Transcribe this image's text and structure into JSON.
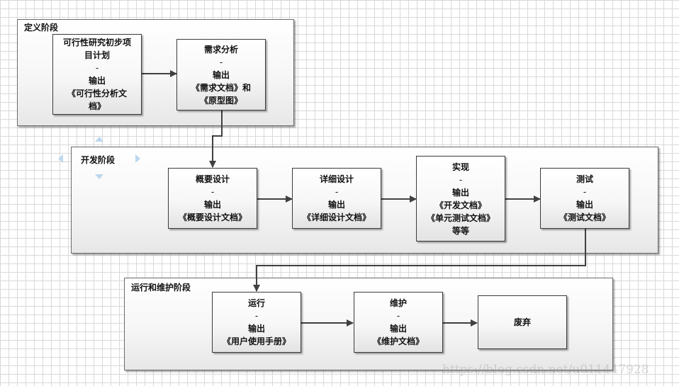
{
  "phases": {
    "define": {
      "title": "定义阶段"
    },
    "develop": {
      "title": "开发阶段"
    },
    "operate": {
      "title": "运行和维护阶段"
    }
  },
  "boxes": {
    "feasibility": {
      "lines": [
        "可行性研究初步项",
        "目计划",
        "-",
        "输出",
        "《可行性分析文",
        "档》"
      ]
    },
    "requirements": {
      "lines": [
        "需求分析",
        "-",
        "输出",
        "《需求文档》和",
        "《原型图》"
      ]
    },
    "outline_design": {
      "lines": [
        "概要设计",
        "-",
        "输出",
        "《概要设计文档》"
      ]
    },
    "detail_design": {
      "lines": [
        "详细设计",
        "-",
        "输出",
        "《详细设计文档》"
      ]
    },
    "implement": {
      "lines": [
        "实现",
        "-",
        "输出",
        "《开发文档》",
        "《单元测试文档》",
        "等等"
      ]
    },
    "testing": {
      "lines": [
        "测试",
        "-",
        "输出",
        "《测试文档》"
      ]
    },
    "run": {
      "lines": [
        "运行",
        "-",
        "输出",
        "《用户使用手册》"
      ]
    },
    "maintain": {
      "lines": [
        "维护",
        "-",
        "输出",
        "《维护文档》"
      ]
    },
    "retire": {
      "lines": [
        "废弃"
      ]
    }
  },
  "watermark": "https://blog.csdn.net/u011447928",
  "colors": {
    "connector": "#404040",
    "selection_marker": "#bcd7ee"
  }
}
